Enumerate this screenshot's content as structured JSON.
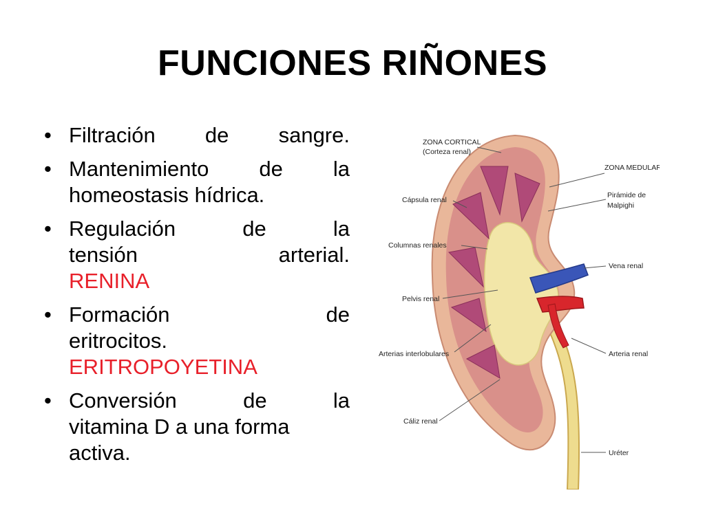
{
  "slide": {
    "title": "FUNCIONES RIÑONES",
    "bullets": [
      {
        "lines": [
          [
            "Filtración de sangre."
          ]
        ]
      },
      {
        "lines": [
          [
            "Mantenimiento",
            "de",
            "la"
          ],
          [
            "homeostasis hídrica."
          ]
        ]
      },
      {
        "lines": [
          [
            "Regulación",
            "de",
            "la"
          ],
          [
            "tensión",
            "arterial."
          ]
        ],
        "highlight": "RENINA"
      },
      {
        "lines": [
          [
            "Formación",
            "de"
          ],
          [
            "eritrocitos."
          ]
        ],
        "highlight": "ERITROPOYETINA"
      },
      {
        "lines": [
          [
            "Conversión",
            "de",
            "la"
          ],
          [
            "vitamina D a una forma"
          ],
          [
            "activa."
          ]
        ]
      }
    ]
  },
  "diagram": {
    "labels": {
      "zona_cortical": "ZONA CORTICAL",
      "corteza_renal": "(Corteza renal)",
      "zona_medular": "ZONA MEDULAR",
      "capsula_renal": "Cápsula renal",
      "piramide_1": "Pirámide de",
      "piramide_2": "Malpighi",
      "columnas_renales": "Columnas renales",
      "vena_renal": "Vena renal",
      "pelvis_renal": "Pelvis renal",
      "arterias_interlobulares": "Arterias interlobulares",
      "arteria_renal": "Arteria renal",
      "caliz_renal": "Cáliz renal",
      "ureter": "Uréter"
    },
    "colors": {
      "cortex": "#d9908a",
      "outer": "#e9b79a",
      "pyramid": "#b04a78",
      "pelvis": "#f2e6a8",
      "vein": "#3a56b8",
      "artery": "#d8262c",
      "highlight": "#e8202a"
    }
  }
}
